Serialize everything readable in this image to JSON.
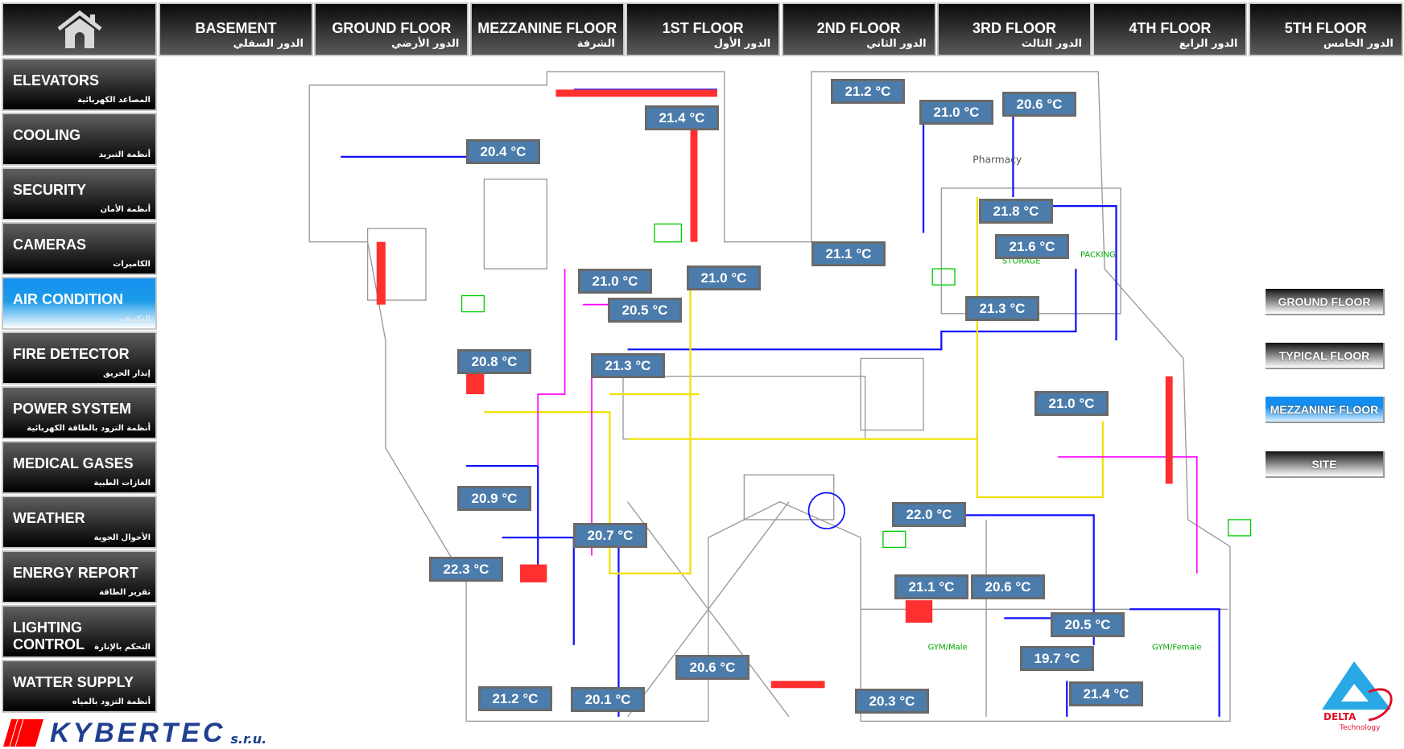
{
  "top_nav": [
    {
      "en": "BASEMENT",
      "ar": "الدور السفلي"
    },
    {
      "en": "GROUND FLOOR",
      "ar": "الدور الأرضي"
    },
    {
      "en": "MEZZANINE FLOOR",
      "ar": "الشرفة"
    },
    {
      "en": "1ST FLOOR",
      "ar": "الدور الأول"
    },
    {
      "en": "2ND FLOOR",
      "ar": "الدور الثاني"
    },
    {
      "en": "3RD FLOOR",
      "ar": "الدور الثالث"
    },
    {
      "en": "4TH FLOOR",
      "ar": "الدور الرابع"
    },
    {
      "en": "5TH FLOOR",
      "ar": "الدور الخامس"
    }
  ],
  "sidebar": [
    {
      "en": "ELEVATORS",
      "ar": "المصاعد الكهربائية"
    },
    {
      "en": "COOLING",
      "ar": "أنظمة التبريد"
    },
    {
      "en": "SECURITY",
      "ar": "أنظمة الأمان"
    },
    {
      "en": "CAMERAS",
      "ar": "الكاميرات"
    },
    {
      "en": "AIR CONDITION",
      "ar": "التكييف",
      "active": true
    },
    {
      "en": "FIRE DETECTOR",
      "ar": "إنذار الحريق"
    },
    {
      "en": "POWER SYSTEM",
      "ar": "أنظمة التزود بالطاقة الكهربائية"
    },
    {
      "en": "MEDICAL GASES",
      "ar": "الغازات الطبية"
    },
    {
      "en": "WEATHER",
      "ar": "الأحوال الجوية"
    },
    {
      "en": "ENERGY REPORT",
      "ar": "تقرير الطاقة"
    },
    {
      "en": "LIGHTING CONTROL",
      "ar": "التحكم بالإنارة"
    },
    {
      "en": "WATTER SUPPLY",
      "ar": "أنظمة التزود بالمياه"
    }
  ],
  "floor_selector": [
    "GROUND FLOOR",
    "TYPICAL FLOOR",
    "MEZZANINE FLOOR",
    "SITE"
  ],
  "floor_selector_active": "MEZZANINE FLOOR",
  "temperatures": [
    "21.2 °C",
    "21.0 °C",
    "20.6 °C",
    "21.4 °C",
    "20.4 °C",
    "21.8 °C",
    "21.6 °C",
    "21.1 °C",
    "21.0 °C",
    "21.0 °C",
    "20.5 °C",
    "21.3 °C",
    "20.8 °C",
    "21.3 °C",
    "21.0 °C",
    "20.9 °C",
    "22.0 °C",
    "20.7 °C",
    "22.3 °C",
    "21.1 °C",
    "20.6 °C",
    "20.5 °C",
    "19.7 °C",
    "20.6 °C",
    "21.2 °C",
    "20.1 °C",
    "20.3 °C",
    "21.4 °C"
  ],
  "plan_labels": {
    "pharmacy": "Pharmacy",
    "storage": "STORAGE",
    "packing": "PACKING",
    "gym_male": "GYM/Male",
    "gym_female": "GYM/Female"
  },
  "logos": {
    "kybertec": "KYBERTEC",
    "kybertec_suffix": "s.r.u.",
    "delta": "DELTA",
    "delta_sub": "Technology"
  },
  "colors": {
    "accent": "#1590f0",
    "temp_label": "#4b7cab"
  }
}
